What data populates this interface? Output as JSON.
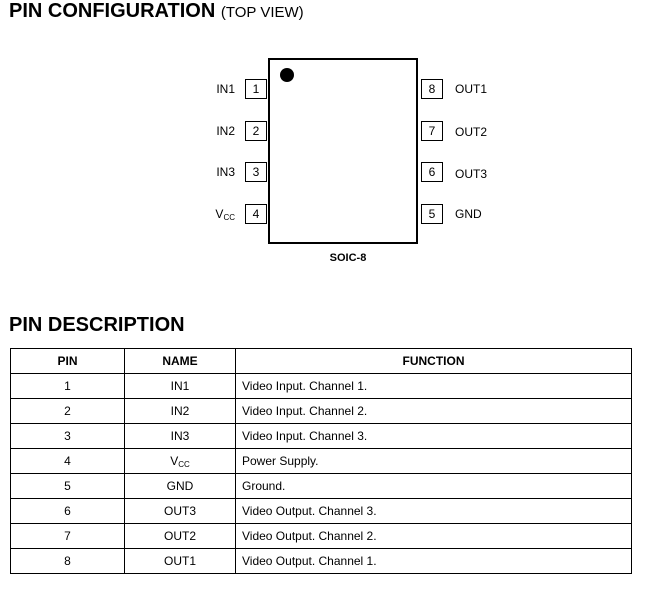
{
  "pin_configuration": {
    "title": "PIN CONFIGURATION",
    "subtitle": "(TOP VIEW)",
    "package": "SOIC-8",
    "left_pins": [
      {
        "number": "1",
        "label": "IN1"
      },
      {
        "number": "2",
        "label": "IN2"
      },
      {
        "number": "3",
        "label": "IN3"
      },
      {
        "number": "4",
        "label_main": "V",
        "label_sub": "CC"
      }
    ],
    "right_pins": [
      {
        "number": "8",
        "label": "OUT1"
      },
      {
        "number": "7",
        "label": "OUT2"
      },
      {
        "number": "6",
        "label": "OUT3"
      },
      {
        "number": "5",
        "label": "GND"
      }
    ]
  },
  "pin_description": {
    "title": "PIN DESCRIPTION",
    "headers": {
      "pin": "PIN",
      "name": "NAME",
      "function": "FUNCTION"
    },
    "rows": [
      {
        "pin": "1",
        "name": "IN1",
        "function": "Video Input. Channel 1."
      },
      {
        "pin": "2",
        "name": "IN2",
        "function": "Video Input. Channel 2."
      },
      {
        "pin": "3",
        "name": "IN3",
        "function": "Video Input. Channel 3."
      },
      {
        "pin": "4",
        "name_main": "V",
        "name_sub": "CC",
        "function": "Power Supply."
      },
      {
        "pin": "5",
        "name": "GND",
        "function": "Ground."
      },
      {
        "pin": "6",
        "name": "OUT3",
        "function": "Video Output. Channel 3."
      },
      {
        "pin": "7",
        "name": "OUT2",
        "function": "Video Output. Channel 2."
      },
      {
        "pin": "8",
        "name": "OUT1",
        "function": "Video Output. Channel 1."
      }
    ]
  }
}
